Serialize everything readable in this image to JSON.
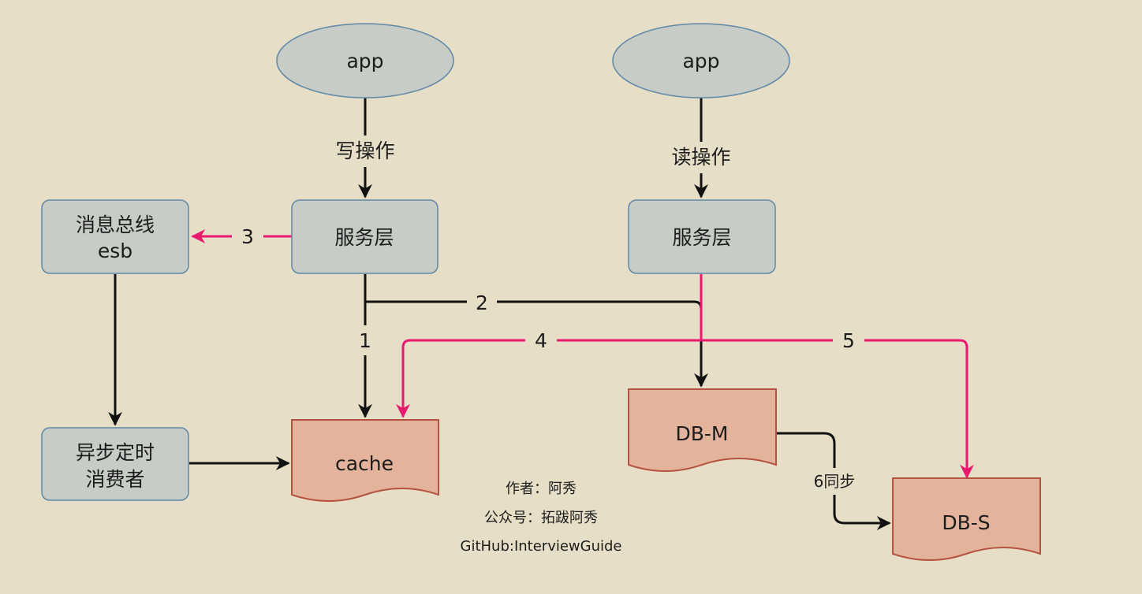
{
  "nodes": {
    "app_left": "app",
    "app_right": "app",
    "service_left": "服务层",
    "service_right": "服务层",
    "esb_line1": "消息总线",
    "esb_line2": "esb",
    "consumer_line1": "异步定时",
    "consumer_line2": "消费者",
    "cache": "cache",
    "db_master": "DB-M",
    "db_slave": "DB-S"
  },
  "edges": {
    "write_op": "写操作",
    "read_op": "读操作",
    "step1": "1",
    "step2": "2",
    "step3": "3",
    "step4": "4",
    "step5": "5",
    "step6": "6同步"
  },
  "credits": {
    "author": "作者：阿秀",
    "account": "公众号：拓跋阿秀",
    "github": "GitHub:InterviewGuide"
  },
  "colors": {
    "background": "#e6dec6",
    "node_fill": "#c7ccc6",
    "node_stroke": "#5f88a8",
    "store_fill": "#e3b39b",
    "store_stroke": "#b55340",
    "arrow_black": "#111111",
    "arrow_pink": "#e8196e"
  }
}
